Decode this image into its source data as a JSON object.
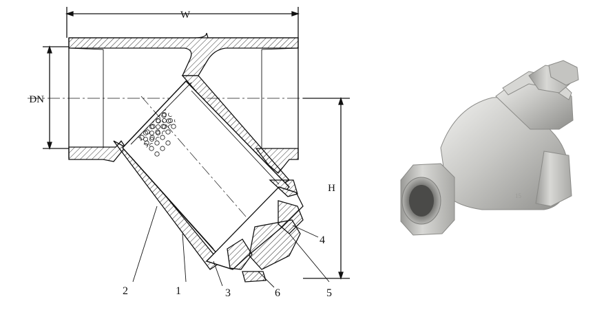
{
  "drawing": {
    "dimension_width": "W",
    "dimension_height": "H",
    "dimension_nominal": "DN",
    "part_numbers": [
      "2",
      "1",
      "3",
      "6",
      "5",
      "4"
    ]
  },
  "photo": {
    "marking": "15"
  },
  "colors": {
    "line": "#111111",
    "metal_light": "#e4e4e2",
    "metal_mid": "#bdbdba",
    "metal_dark": "#8d8d8a"
  }
}
